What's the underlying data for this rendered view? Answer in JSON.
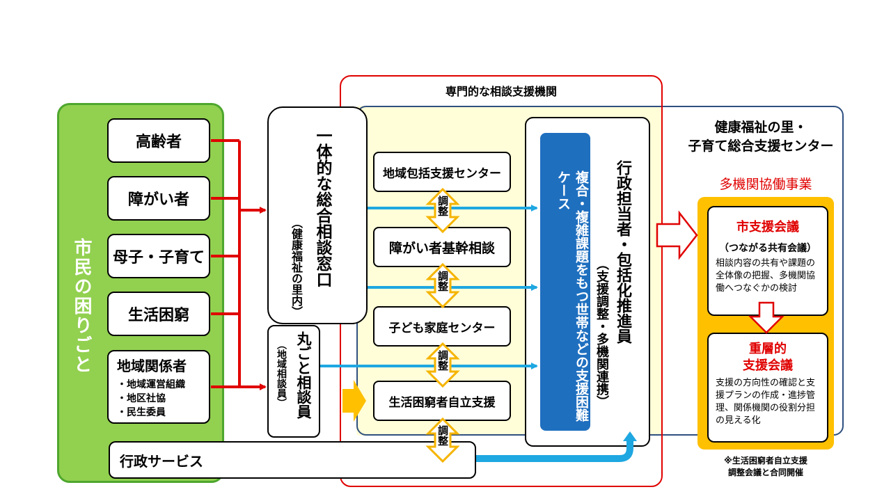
{
  "citizens": {
    "title": "市民の困りごと",
    "categories": [
      "高齢者",
      "障がい者",
      "母子・子育て",
      "生活困窮"
    ],
    "community": {
      "title": "地域関係者",
      "members": [
        "・地域運営組織",
        "・地区社協",
        "・民生委員"
      ]
    }
  },
  "admin_service": "行政サービス",
  "consult_window": {
    "title": "一体的な総合相談窓口",
    "location": "（健康福祉の里内）"
  },
  "marugoto": {
    "title": "丸ごと相談員",
    "sub": "（地域相談員）"
  },
  "specialized": {
    "title": "専門的な相談支援機関",
    "agencies": [
      "地域包括支援センター",
      "障がい者基幹相談",
      "子ども家庭センター",
      "生活困窮者自立支援"
    ],
    "coordination_label": "調整"
  },
  "complex_cases": "複合・複雑課題をもつ世帯などの支援困難ケース",
  "admin_staff": {
    "title": "行政担当者・包括化推進員",
    "sub": "（支援調整・多機関連携）"
  },
  "center": {
    "line1": "健康福祉の里・",
    "line2": "子育て総合支援センター"
  },
  "multi_agency": {
    "title": "多機関協働事業",
    "city_meeting": {
      "title": "市支援会議",
      "sub": "（つながる共有会議）",
      "desc": "相談内容の共有や課題の全体像の把握、多機関協働へつなぐかの検討"
    },
    "layered_meeting": {
      "title_line1": "重層的",
      "title_line2": "支援会議",
      "desc": "支援の方向性の確認と支援プランの作成・進捗管理、関係機関の役割分担の見える化"
    }
  },
  "note": {
    "line1": "※生活困窮者自立支援",
    "line2": "調整会議と合同開催"
  },
  "colors": {
    "green": "#92d050",
    "red": "#e00000",
    "blue": "#1f6fbf",
    "sky": "#1ea7e1",
    "orange": "#ffc000",
    "yellow_bg": "#fffed8"
  }
}
